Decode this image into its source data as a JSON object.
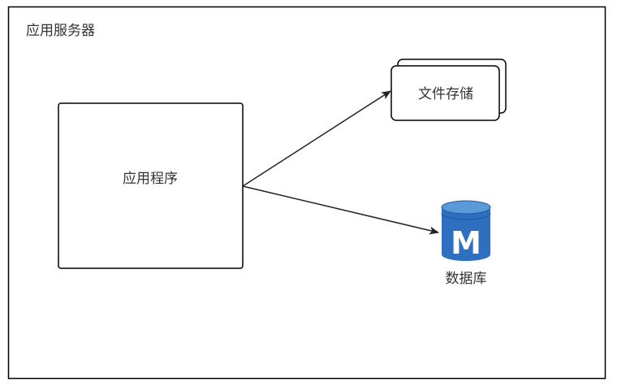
{
  "diagram": {
    "container": {
      "label": "应用服务器"
    },
    "app": {
      "label": "应用程序"
    },
    "storage": {
      "label": "文件存储"
    },
    "database": {
      "label": "数据库",
      "icon": "mysql-database-icon",
      "icon_letter": "M"
    },
    "colors": {
      "stroke": "#000000",
      "text": "#333333",
      "db_fill": "#2e6fbf",
      "db_dark": "#1f5aa3",
      "db_top": "#5a9ad8"
    }
  }
}
